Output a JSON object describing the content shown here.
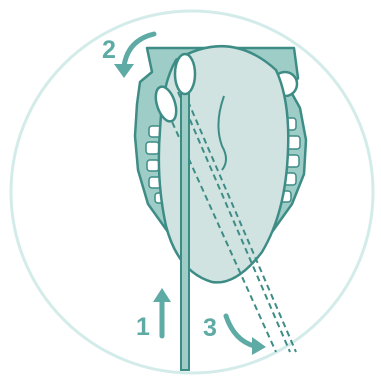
{
  "diagram": {
    "steps": [
      {
        "number": "2",
        "direction": "curve-down-left"
      },
      {
        "number": "1",
        "direction": "up"
      },
      {
        "number": "3",
        "direction": "curve-down-right"
      }
    ],
    "colors": {
      "circle_outline": "#d3ece9",
      "line": "#3e8c86",
      "tongue_fill": "#d0e3e1",
      "mouth_fill": "#9ecdc8",
      "teeth": "#ffffff",
      "accent": "#5eaaa5"
    },
    "icons": [
      "swab-icon",
      "tongue-icon",
      "arrow-up-icon",
      "arrow-curved-icon"
    ]
  }
}
